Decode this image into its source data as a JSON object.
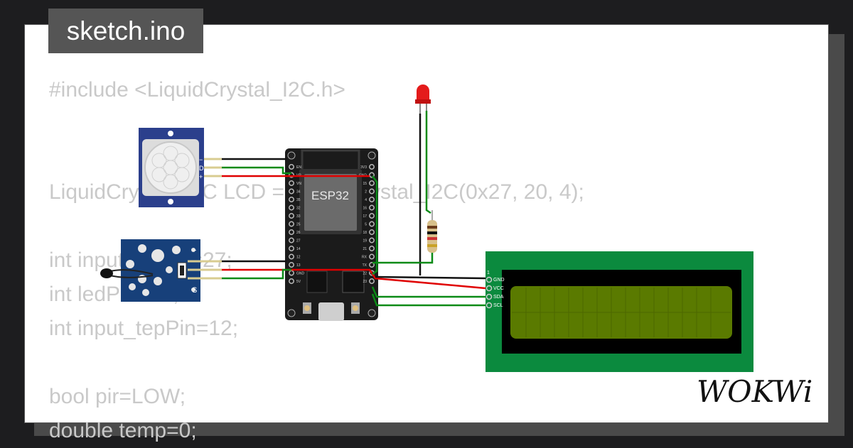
{
  "tab": {
    "filename": "sketch.ino"
  },
  "code_lines": [
    "#include <LiquidCrystal_I2C.h>",
    "",
    "",
    "LiquidCrystal_I2C LCD = LiquidCrystal_I2C(0x27, 20, 4);",
    "",
    "int input_pirPin=27;",
    "int ledPin=26;",
    "int input_tepPin=12;",
    "",
    "bool pir=LOW;",
    "double temp=0;"
  ],
  "esp32": {
    "label": "ESP32",
    "left_pins": [
      "EN",
      "VP",
      "VN",
      "34",
      "35",
      "32",
      "33",
      "25",
      "26",
      "27",
      "14",
      "12",
      "13",
      "GND",
      "5V"
    ],
    "right_pins": [
      "3V3",
      "GND",
      "15",
      "2",
      "4",
      "16",
      "17",
      "5",
      "18",
      "19",
      "21",
      "RX",
      "TX",
      "22",
      "23"
    ]
  },
  "lcd": {
    "pin_number": "1",
    "pins": [
      "GND",
      "VCC",
      "SDA",
      "SCL"
    ]
  },
  "pir": {
    "pins": [
      "−",
      "D",
      "+"
    ]
  },
  "temp_sensor": {
    "pins": [
      "−",
      "S"
    ]
  },
  "logo": {
    "text": "WOKWi"
  },
  "colors": {
    "background": "#1d1d1f",
    "card": "#ffffff",
    "tab": "#555555",
    "code_text": "#c9c9c9",
    "wire_black": "#111111",
    "wire_red": "#e00000",
    "wire_green": "#0a8a16",
    "lcd_pcb": "#0b8a3e",
    "lcd_screen": "#5a7a00",
    "esp_board": "#1b1b1b",
    "pir_board": "#2b3f8c",
    "led": "#e41b1b"
  }
}
